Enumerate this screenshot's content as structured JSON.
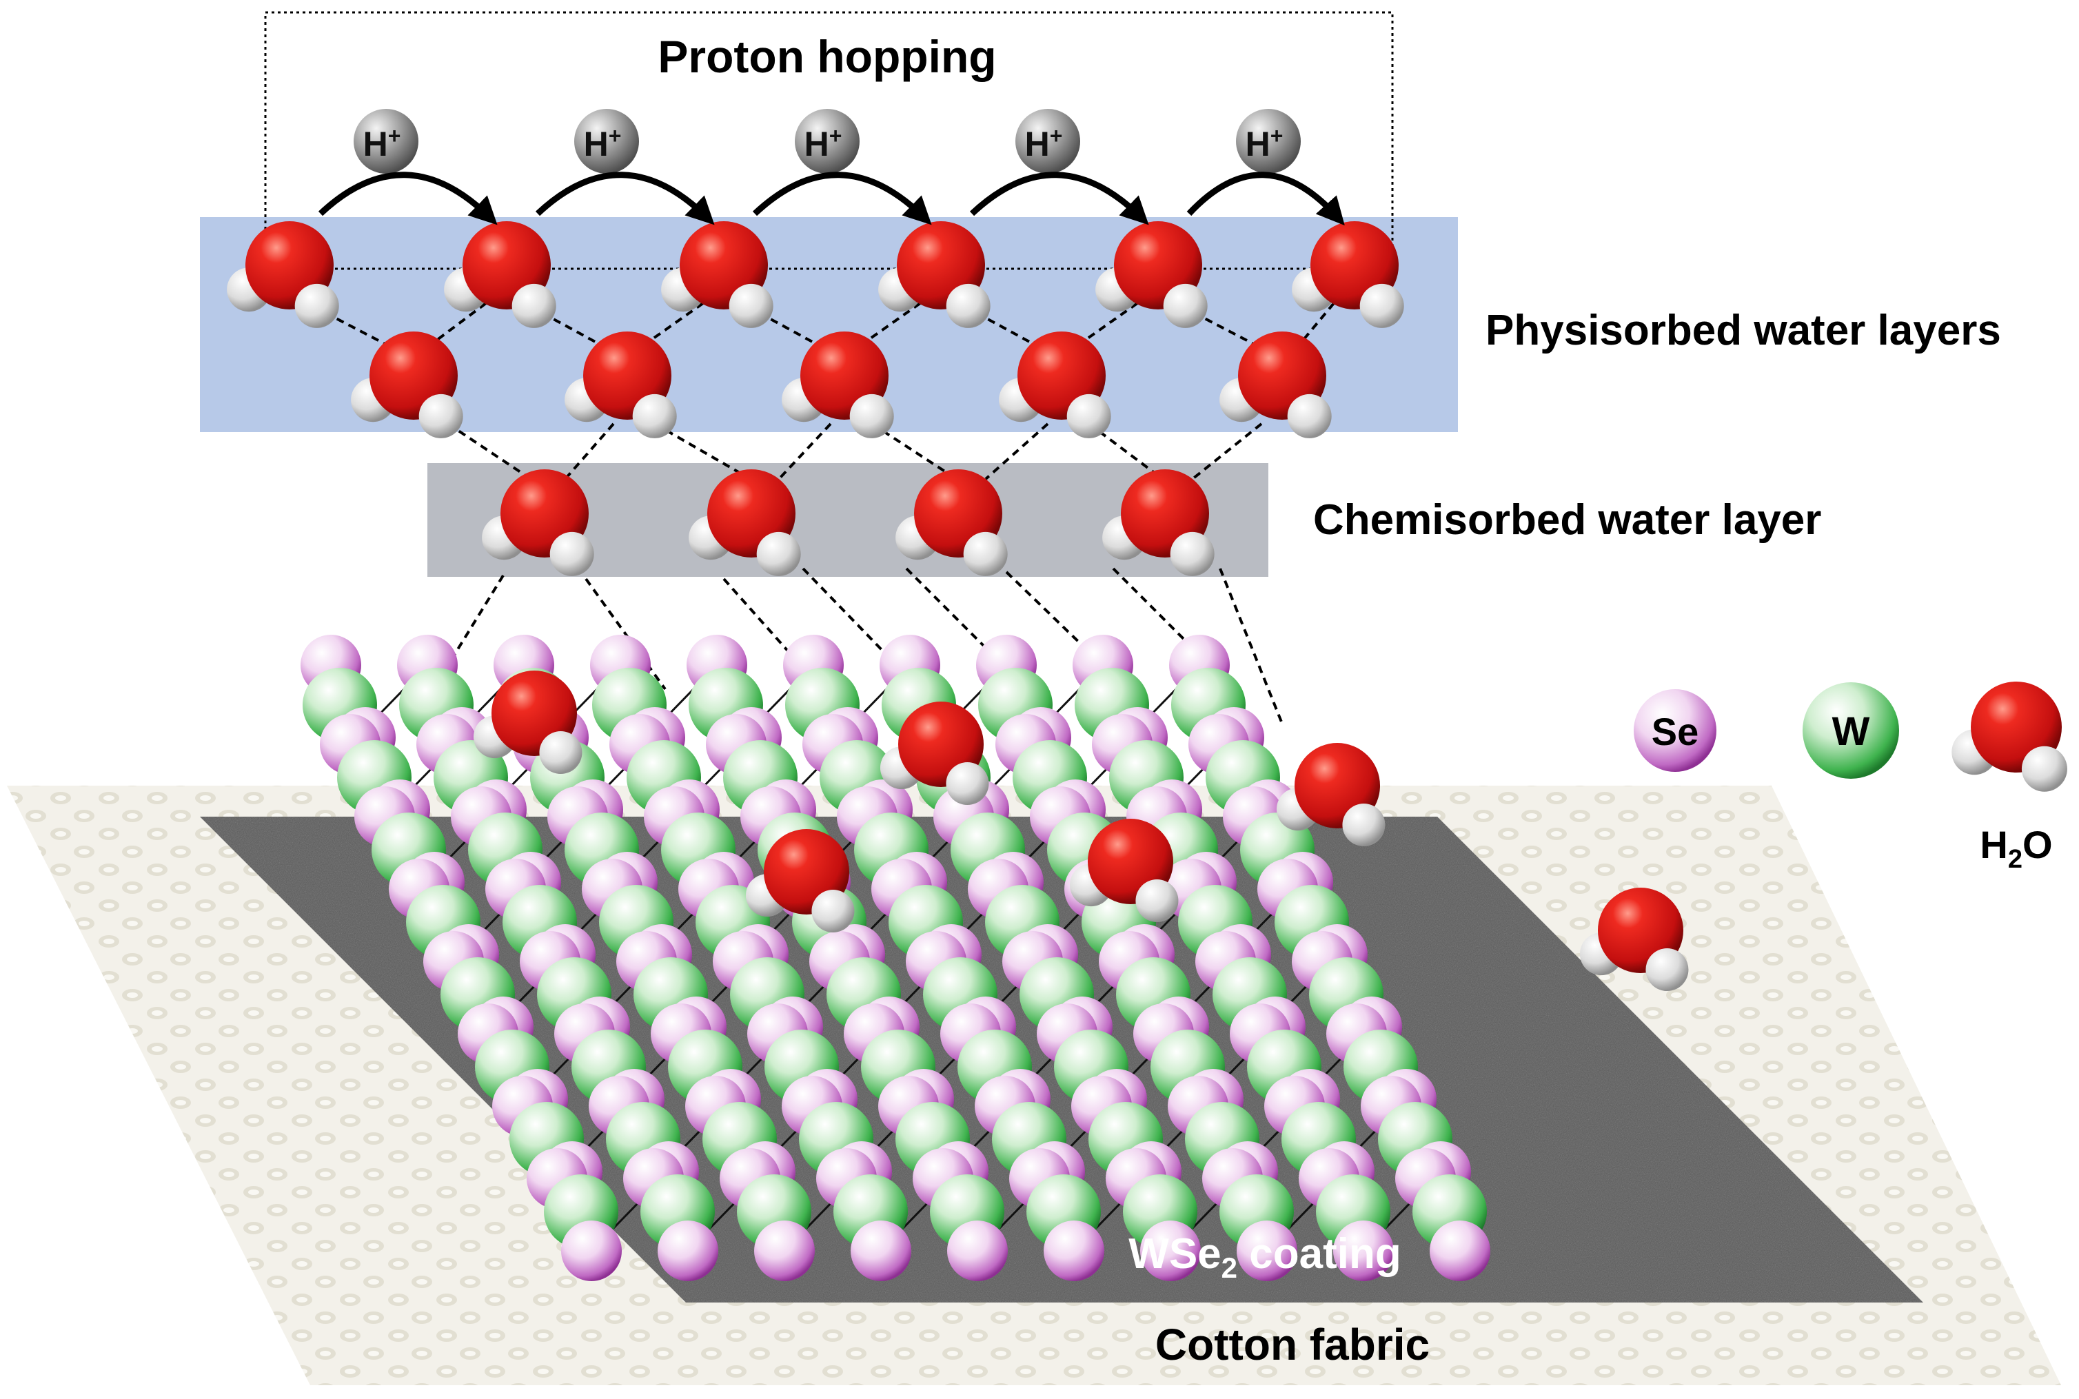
{
  "labels": {
    "proton_hopping": "Proton hopping",
    "hydrogen_ion": "H",
    "hydrogen_ion_charge": "+",
    "physisorbed": "Physisorbed water layers",
    "chemisorbed": "Chemisorbed water layer",
    "coating_main": "WSe",
    "coating_sub": "2",
    "coating_tail": " coating",
    "fabric": "Cotton fabric"
  },
  "legend": {
    "se": "Se",
    "w": "W",
    "water_main": "H",
    "water_sub": "2",
    "water_tail": "O"
  },
  "colors": {
    "oxygen": "#d41414",
    "hydrogen": "#e6e6e6",
    "selenium": "#c77ccc",
    "tungsten": "#39b04a",
    "proton": "#8a8a8a",
    "physisorbed_band": "#b7c9e8",
    "chemisorbed_band": "#b9bcc3",
    "coating": "#555555",
    "fabric": "#e9e7dc"
  }
}
